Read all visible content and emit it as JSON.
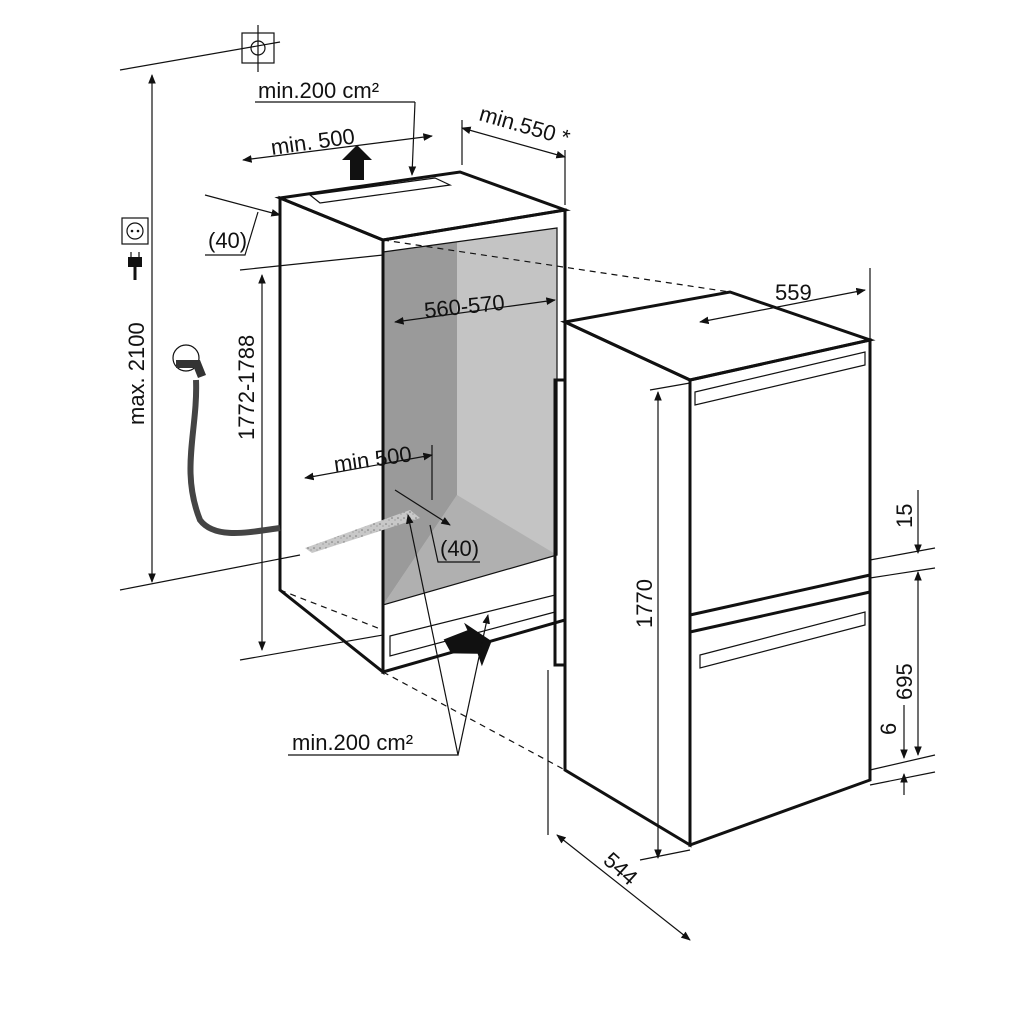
{
  "diagram": {
    "title": "Built-in fridge-freezer installation dimensions",
    "labels": {
      "top_vent_area": "min.200 cm²",
      "top_vent_width": "min. 500",
      "niche_depth": "min.550 *",
      "top_offset": "(40)",
      "max_height": "max. 2100",
      "niche_height": "1772-1788",
      "niche_width": "560-570",
      "bottom_vent_width": "min 500",
      "bottom_offset": "(40)",
      "bottom_vent_area": "min.200 cm²",
      "appliance_width": "559",
      "appliance_height": "1770",
      "door_gap": "15",
      "freezer_door_height": "695",
      "bottom_gap": "6",
      "appliance_depth": "544"
    },
    "icons": [
      "ventilation-symbol-icon",
      "power-socket-icon",
      "plug-icon",
      "water-tap-icon"
    ],
    "colors": {
      "line": "#111111",
      "niche_wall": "#9a9a9a",
      "niche_back": "#c4c4c4",
      "vent": "#bdbdbd"
    }
  }
}
